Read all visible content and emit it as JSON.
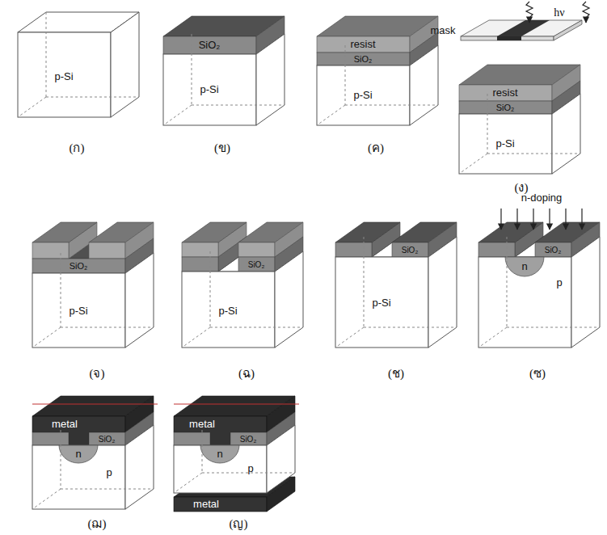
{
  "diagram": {
    "labels": [
      "p-Si",
      "(ก)",
      "SiO₂",
      "p-Si",
      "(ข)",
      "resist",
      "SiO₂",
      "p-Si",
      "(ค)",
      "mask",
      "hν",
      "resist",
      "SiO₂",
      "p-Si",
      "(ง)",
      "SiO₂",
      "p-Si",
      "(จ)",
      "SiO₂",
      "p-Si",
      "(ฉ)",
      "SiO₂",
      "p-Si",
      "(ช)",
      "n-doping",
      "SiO₂",
      "n",
      "p",
      "(ซ)",
      "metal",
      "SiO₂",
      "n",
      "p",
      "(ฌ)",
      "metal",
      "SiO₂",
      "n",
      "p",
      "metal",
      "(ญ)"
    ]
  }
}
